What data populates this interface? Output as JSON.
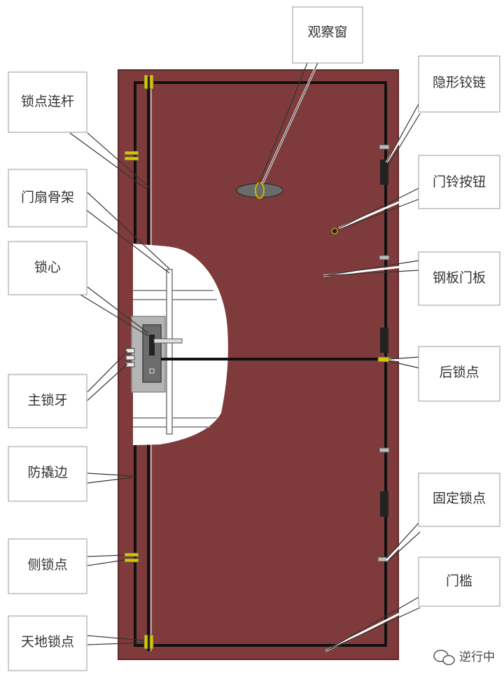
{
  "labels": {
    "viewing_window": "观察窗",
    "hidden_hinge": "隐形铰链",
    "lock_linkage": "锁点连杆",
    "door_frame_skeleton": "门扇骨架",
    "doorbell_button": "门铃按钮",
    "lock_core": "锁心",
    "steel_door_panel": "钢板门板",
    "main_lock_bolt": "主锁牙",
    "rear_lock_point": "后锁点",
    "anti_pry_edge": "防撬边",
    "fixed_lock_point": "固定锁点",
    "side_lock_point": "侧锁点",
    "threshold": "门槛",
    "top_bottom_lock_point": "天地锁点"
  },
  "watermark": {
    "text": "逆行中",
    "icon": "wechat-icon"
  },
  "colors": {
    "door": "#7f3b3b",
    "door_frame_edge": "#6e2a2a",
    "metal_bar": "#111111",
    "lock_body": "#b5b5b5",
    "accent_brass": "#d9c400"
  }
}
